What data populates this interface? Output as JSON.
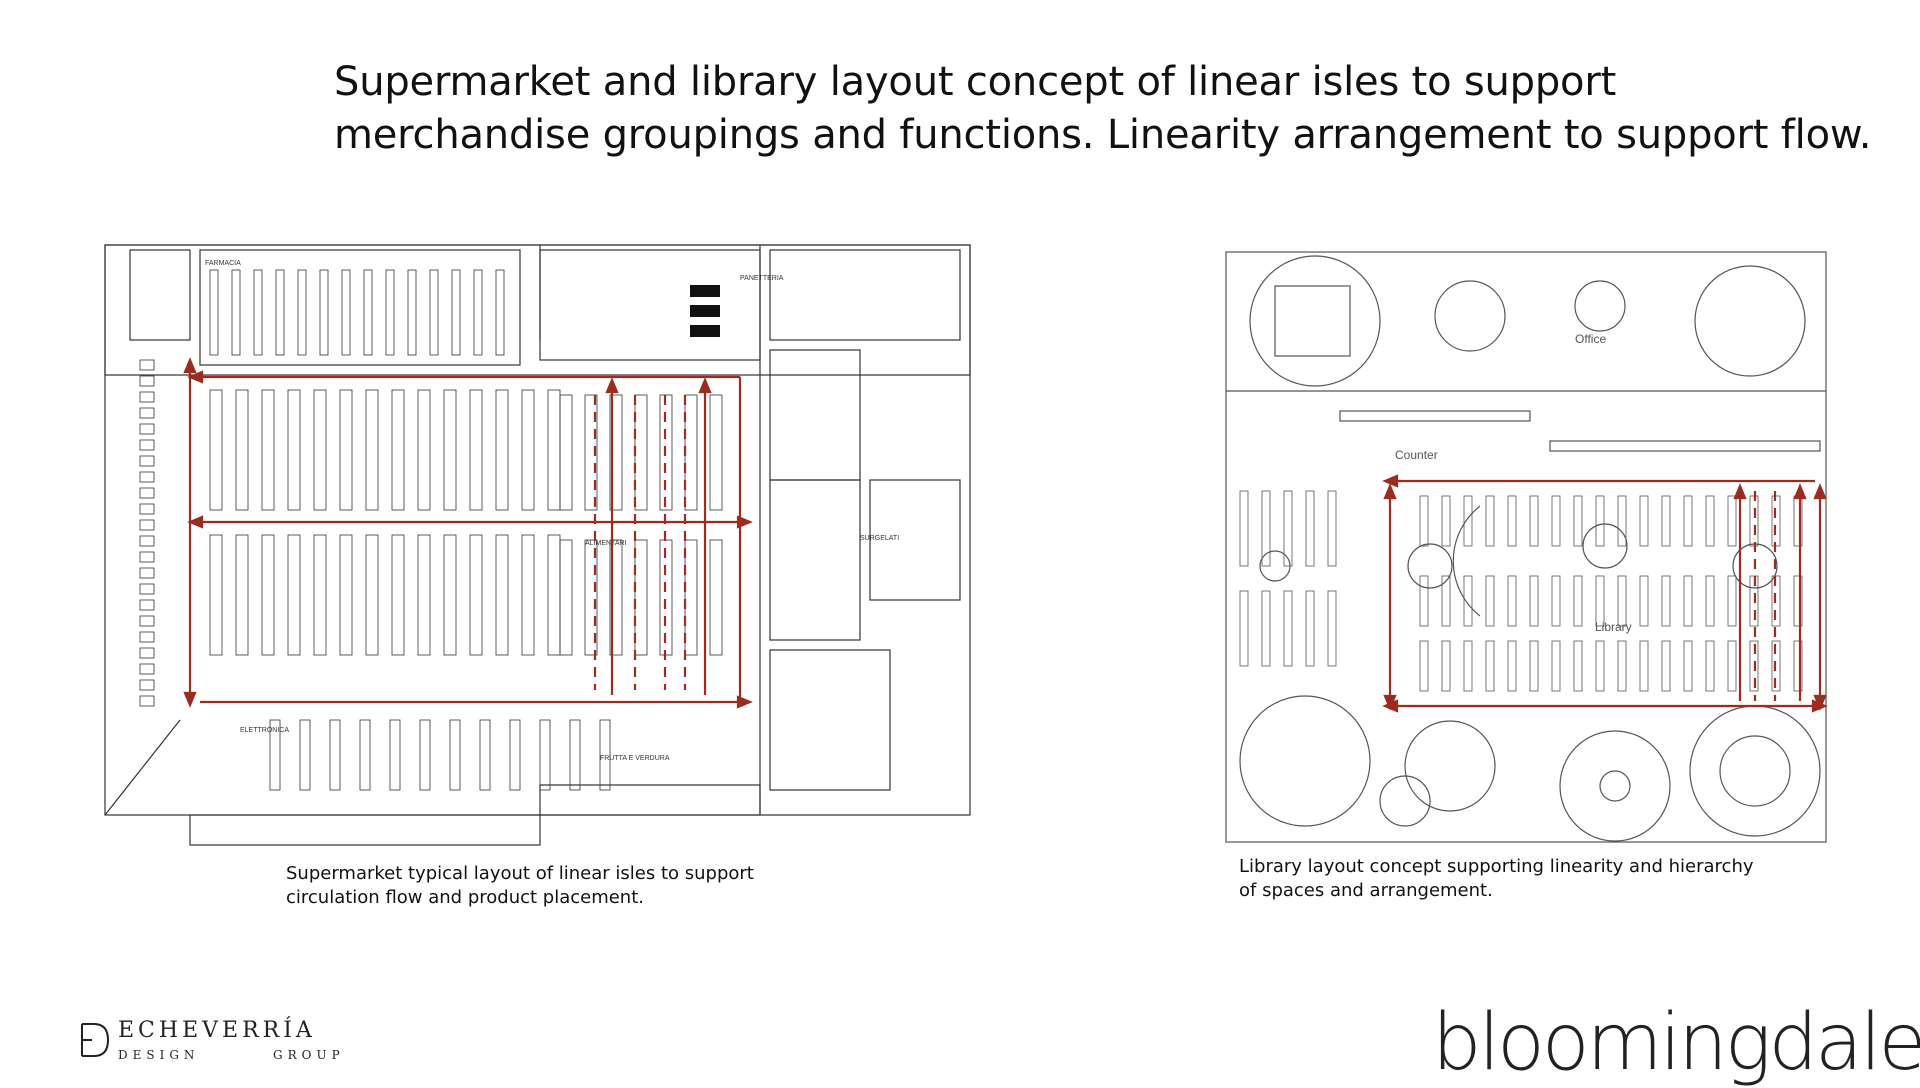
{
  "slide": {
    "title_line1": "Supermarket and library layout concept of linear isles to support",
    "title_line2": "merchandise groupings and functions. Linearity arrangement to support flow."
  },
  "supermarket": {
    "caption_line1": "Supermarket typical layout of linear isles to support",
    "caption_line2": "circulation flow and product placement.",
    "labels": [
      "ALIMENTARI",
      "FRUTTA E VERDURA",
      "ELETTRONICA",
      "FARMACIA",
      "PANETTERIA",
      "SURGELATI"
    ]
  },
  "library": {
    "caption_line1": "Library layout concept supporting linearity and hierarchy",
    "caption_line2": "of spaces and arrangement.",
    "labels": {
      "office": "Office",
      "counter": "Counter",
      "library": "Library"
    }
  },
  "logos": {
    "echeverria_name": "ECHEVERRÍA",
    "echeverria_design": "DESIGN",
    "echeverria_group": "GROUP",
    "bloomingdales": "bloomingdale's"
  },
  "colors": {
    "arrow": "#9b2c1f",
    "line": "#333333"
  }
}
